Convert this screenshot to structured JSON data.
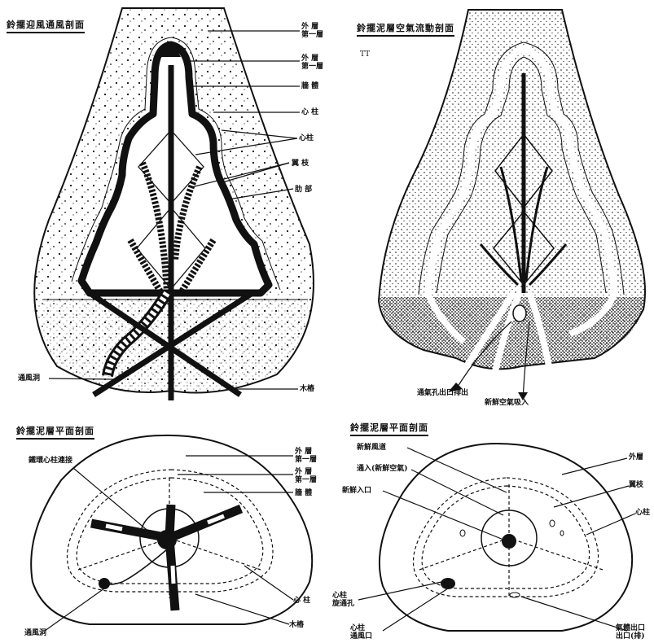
{
  "panels": {
    "top_left": {
      "title": "鈴擺迎風通風剖面",
      "labels": {
        "outer_wall_1": "外 層\n第一層",
        "outer_wall_2": "外 層\n第一層",
        "wall": "牆 體",
        "center_shaft": "心 柱",
        "core": "心柱",
        "side_arms": "翼 枝",
        "ribs": "肋 部",
        "duct": "通風洞",
        "main_pole": "木樁"
      }
    },
    "top_right": {
      "title": "鈴擺泥層空氣流動剖面",
      "mark": "TT",
      "labels": {
        "outflow": "通氣孔出口排出",
        "inflow": "新鮮空氣吸入"
      }
    },
    "bottom_left": {
      "title": "鈴擺泥層平面剖面",
      "labels": {
        "center_link": "鐵環心柱連接",
        "outer_wall_1": "外 層\n第一層",
        "outer_wall_2": "外 層\n第一層",
        "wall": "牆 體",
        "core": "心 柱",
        "duct": "通風洞",
        "main_pole": "木樁"
      }
    },
    "bottom_right": {
      "title": "鈴擺泥層平面剖面",
      "labels": {
        "left_1": "新鮮風道",
        "left_2": "通入(新鮮空氣)",
        "left_3": "新鮮入口",
        "outer": "外層",
        "mid": "翼枝",
        "inner": "心柱",
        "low_1": "心柱\n旋通孔",
        "low_2": "心柱\n通風口",
        "low_right": "氣體出口\n出口(排)"
      }
    }
  }
}
